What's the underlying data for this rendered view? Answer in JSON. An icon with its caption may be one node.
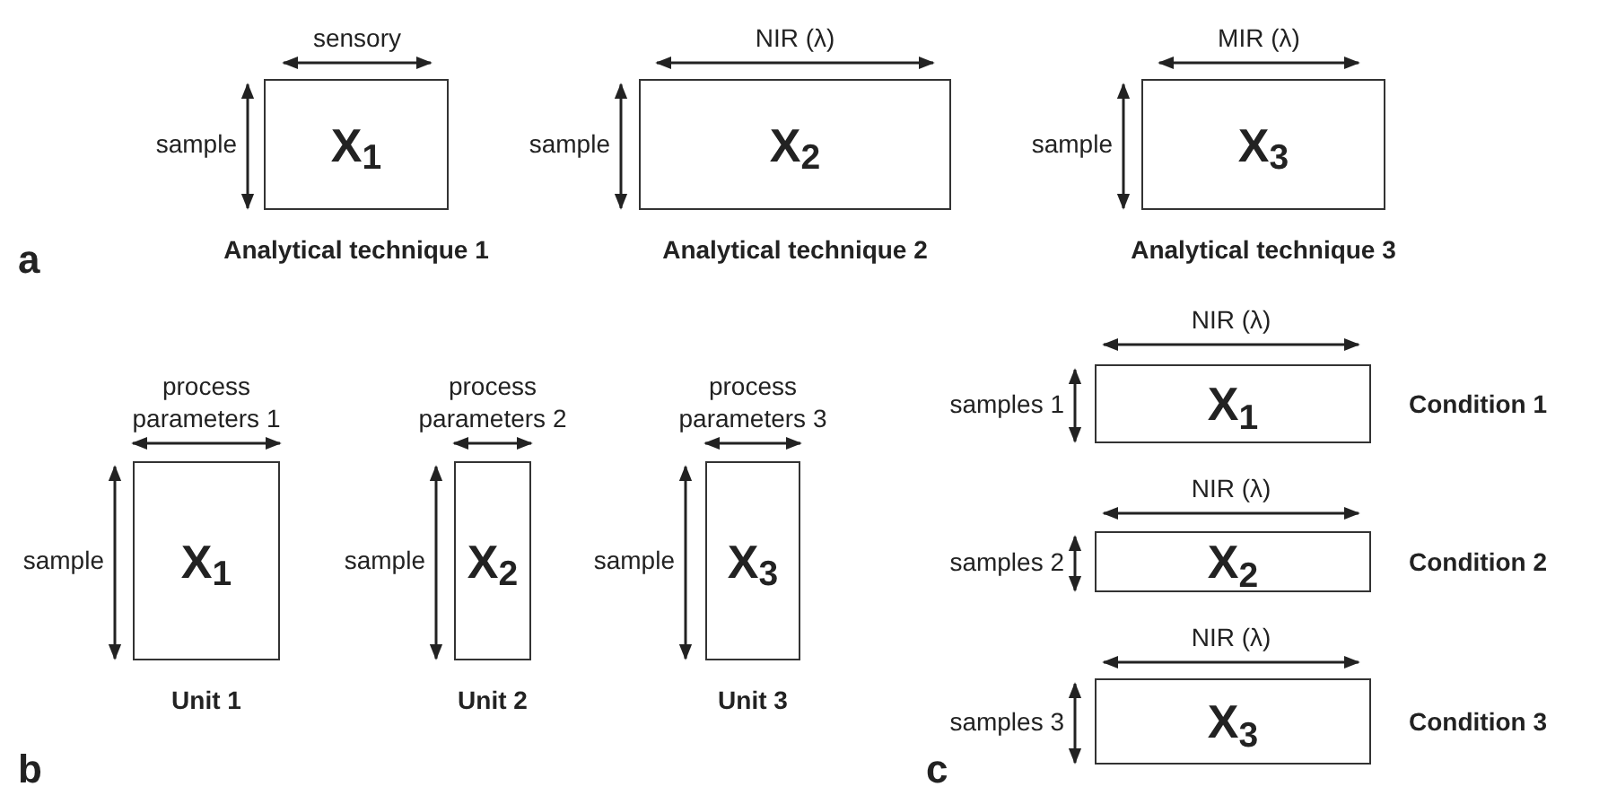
{
  "diagram": {
    "nodes": [
      {
        "text": [
          "X$_{1}$"
        ],
        "beside": [
          "sensory",
          "sample",
          "Analytical technique 1"
        ]
      },
      {
        "text": [
          "X$_{2}$"
        ],
        "beside": [
          "NIR (λ)",
          "sample",
          "Analytical technique 2"
        ]
      },
      {
        "text": [
          "X$_{3}$"
        ],
        "beside": [
          "MIR (λ)",
          "sample",
          "Analytical technique 3"
        ]
      },
      {
        "text": [
          "X$_{1}$"
        ],
        "beside": [
          "process parameters 1",
          "sample",
          "Unit 1"
        ]
      },
      {
        "text": [
          "X$_{2}$"
        ],
        "beside": [
          "process parameters 2",
          "sample",
          "Unit 2"
        ]
      },
      {
        "text": [
          "X$_{3}$"
        ],
        "beside": [
          "process parameters 3",
          "sample",
          "Unit 3"
        ]
      },
      {
        "text": [
          "X$_{1}$"
        ],
        "beside": [
          "NIR (λ)",
          "samples 1",
          "Condition 1"
        ]
      },
      {
        "text": [
          "X$_{2}$"
        ],
        "beside": [
          "NIR (λ)",
          "samples 2",
          "Condition 2"
        ]
      },
      {
        "text": [
          "X$_{3}$"
        ],
        "beside": [
          "NIR (λ)",
          "samples 3",
          "Condition 3"
        ]
      }
    ],
    "labels": [
      "a",
      "b",
      "c"
    ]
  }
}
